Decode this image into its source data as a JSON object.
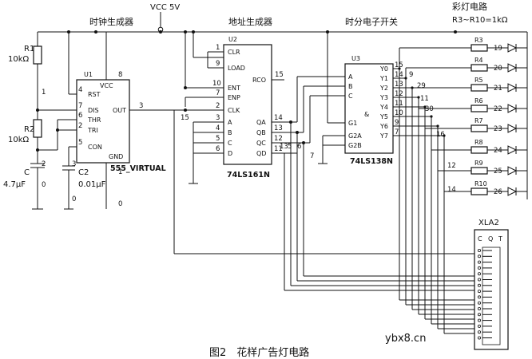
{
  "header": {
    "vcc": "VCC 5V",
    "clock_section": "时钟生成器",
    "address_section": "地址生成器",
    "demux_section": "时分电子开关",
    "lamp_section": "彩灯电路",
    "resistor_spec": "R3~R10=1kΩ"
  },
  "timer555": {
    "ref": "U1",
    "part": "555_VIRTUAL",
    "pins_left": [
      "RST",
      "DIS",
      "THR",
      "TRI",
      "CON"
    ],
    "pin_vcc": "VCC",
    "pin_out": "OUT",
    "pin_gnd": "GND",
    "num_rst": "4",
    "num_dis": "7",
    "num_thr": "6",
    "num_tri": "2",
    "num_con": "5",
    "num_vcc": "8",
    "num_out": "3",
    "num_gnd": "1"
  },
  "counter": {
    "ref": "U2",
    "part": "74LS161N",
    "pins_left": [
      "CLR",
      "LOAD",
      "ENT",
      "ENP",
      "CLK",
      "A",
      "B",
      "C",
      "D"
    ],
    "pins_right": [
      "RCO",
      "QA",
      "QB",
      "QC",
      "QD"
    ],
    "num_clr": "1",
    "num_load": "9",
    "num_ent": "10",
    "num_enp": "7",
    "num_clk": "2",
    "num_a": "3",
    "num_b": "4",
    "num_c": "5",
    "num_d": "6",
    "num_rco": "15",
    "num_qa": "14",
    "num_qb": "13",
    "num_qc": "12",
    "num_qd": "11"
  },
  "decoder": {
    "ref": "U3",
    "part": "74LS138N",
    "pins_left": [
      "A",
      "B",
      "C",
      "G1",
      "G2A",
      "G2B"
    ],
    "pins_right": [
      "Y0",
      "Y1",
      "Y2",
      "Y3",
      "Y4",
      "Y5",
      "Y6",
      "Y7"
    ],
    "amp": "&",
    "nums_right": [
      "15",
      "14",
      "13",
      "12",
      "11",
      "10",
      "9",
      "7"
    ]
  },
  "components": {
    "r1": "R1",
    "r1_val": "10kΩ",
    "r2": "R2",
    "r2_val": "10kΩ",
    "c": "C",
    "c_val": "4.7μF",
    "c2": "C2",
    "c2_val": "0.01μF"
  },
  "lamps": {
    "resistors": [
      "R3",
      "R4",
      "R5",
      "R6",
      "R7",
      "R8",
      "R9",
      "R10"
    ],
    "leds": [
      "19",
      "20",
      "21",
      "22",
      "23",
      "24",
      "25",
      "26"
    ]
  },
  "analyzer": {
    "ref": "XLA2",
    "pins": [
      "C",
      "Q",
      "T"
    ]
  },
  "nets": {
    "n1": "1",
    "n2": "2",
    "n3": "3",
    "n0a": "0",
    "n0b": "0",
    "n0c": "0",
    "n15": "15",
    "n14": "14",
    "n13": "13",
    "n5": "5",
    "n6": "6",
    "n7": "7",
    "n29": "29",
    "n11": "11",
    "n30": "30",
    "n16": "16",
    "n12": "12",
    "n14b": "14",
    "n9": "9"
  },
  "watermark": "ybx8.cn",
  "caption": "图2　花样广告灯电路"
}
